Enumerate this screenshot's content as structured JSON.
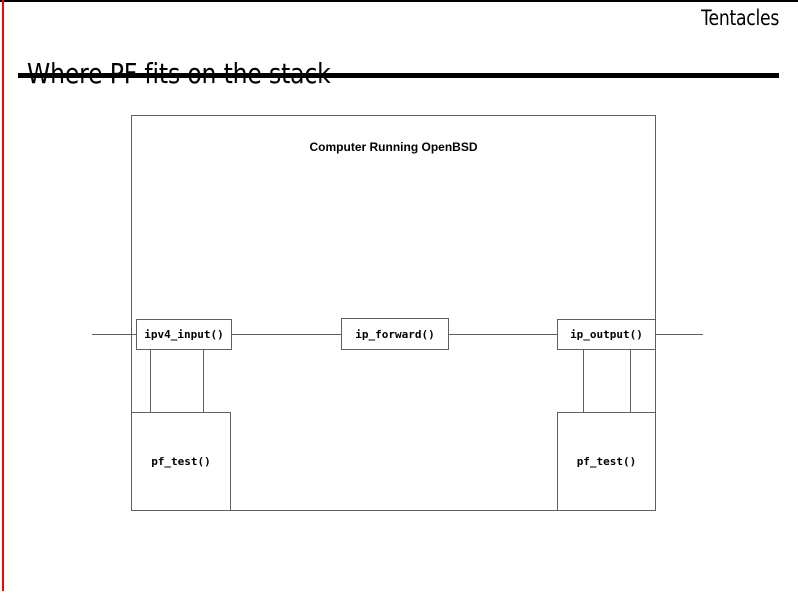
{
  "slide": {
    "deck_name": "Tentacles",
    "title": "Where PF fits on the stack",
    "accent_color": "#ff0000",
    "rule_color": "#000000",
    "line_color": "#606060"
  },
  "diagram": {
    "machine_label": "Computer Running OpenBSD",
    "boxes": {
      "ipv4_input": "ipv4_input()",
      "ip_forward": "ip_forward()",
      "ip_output": "ip_output()",
      "pf_test_left": "pf_test()",
      "pf_test_right": "pf_test()"
    }
  }
}
